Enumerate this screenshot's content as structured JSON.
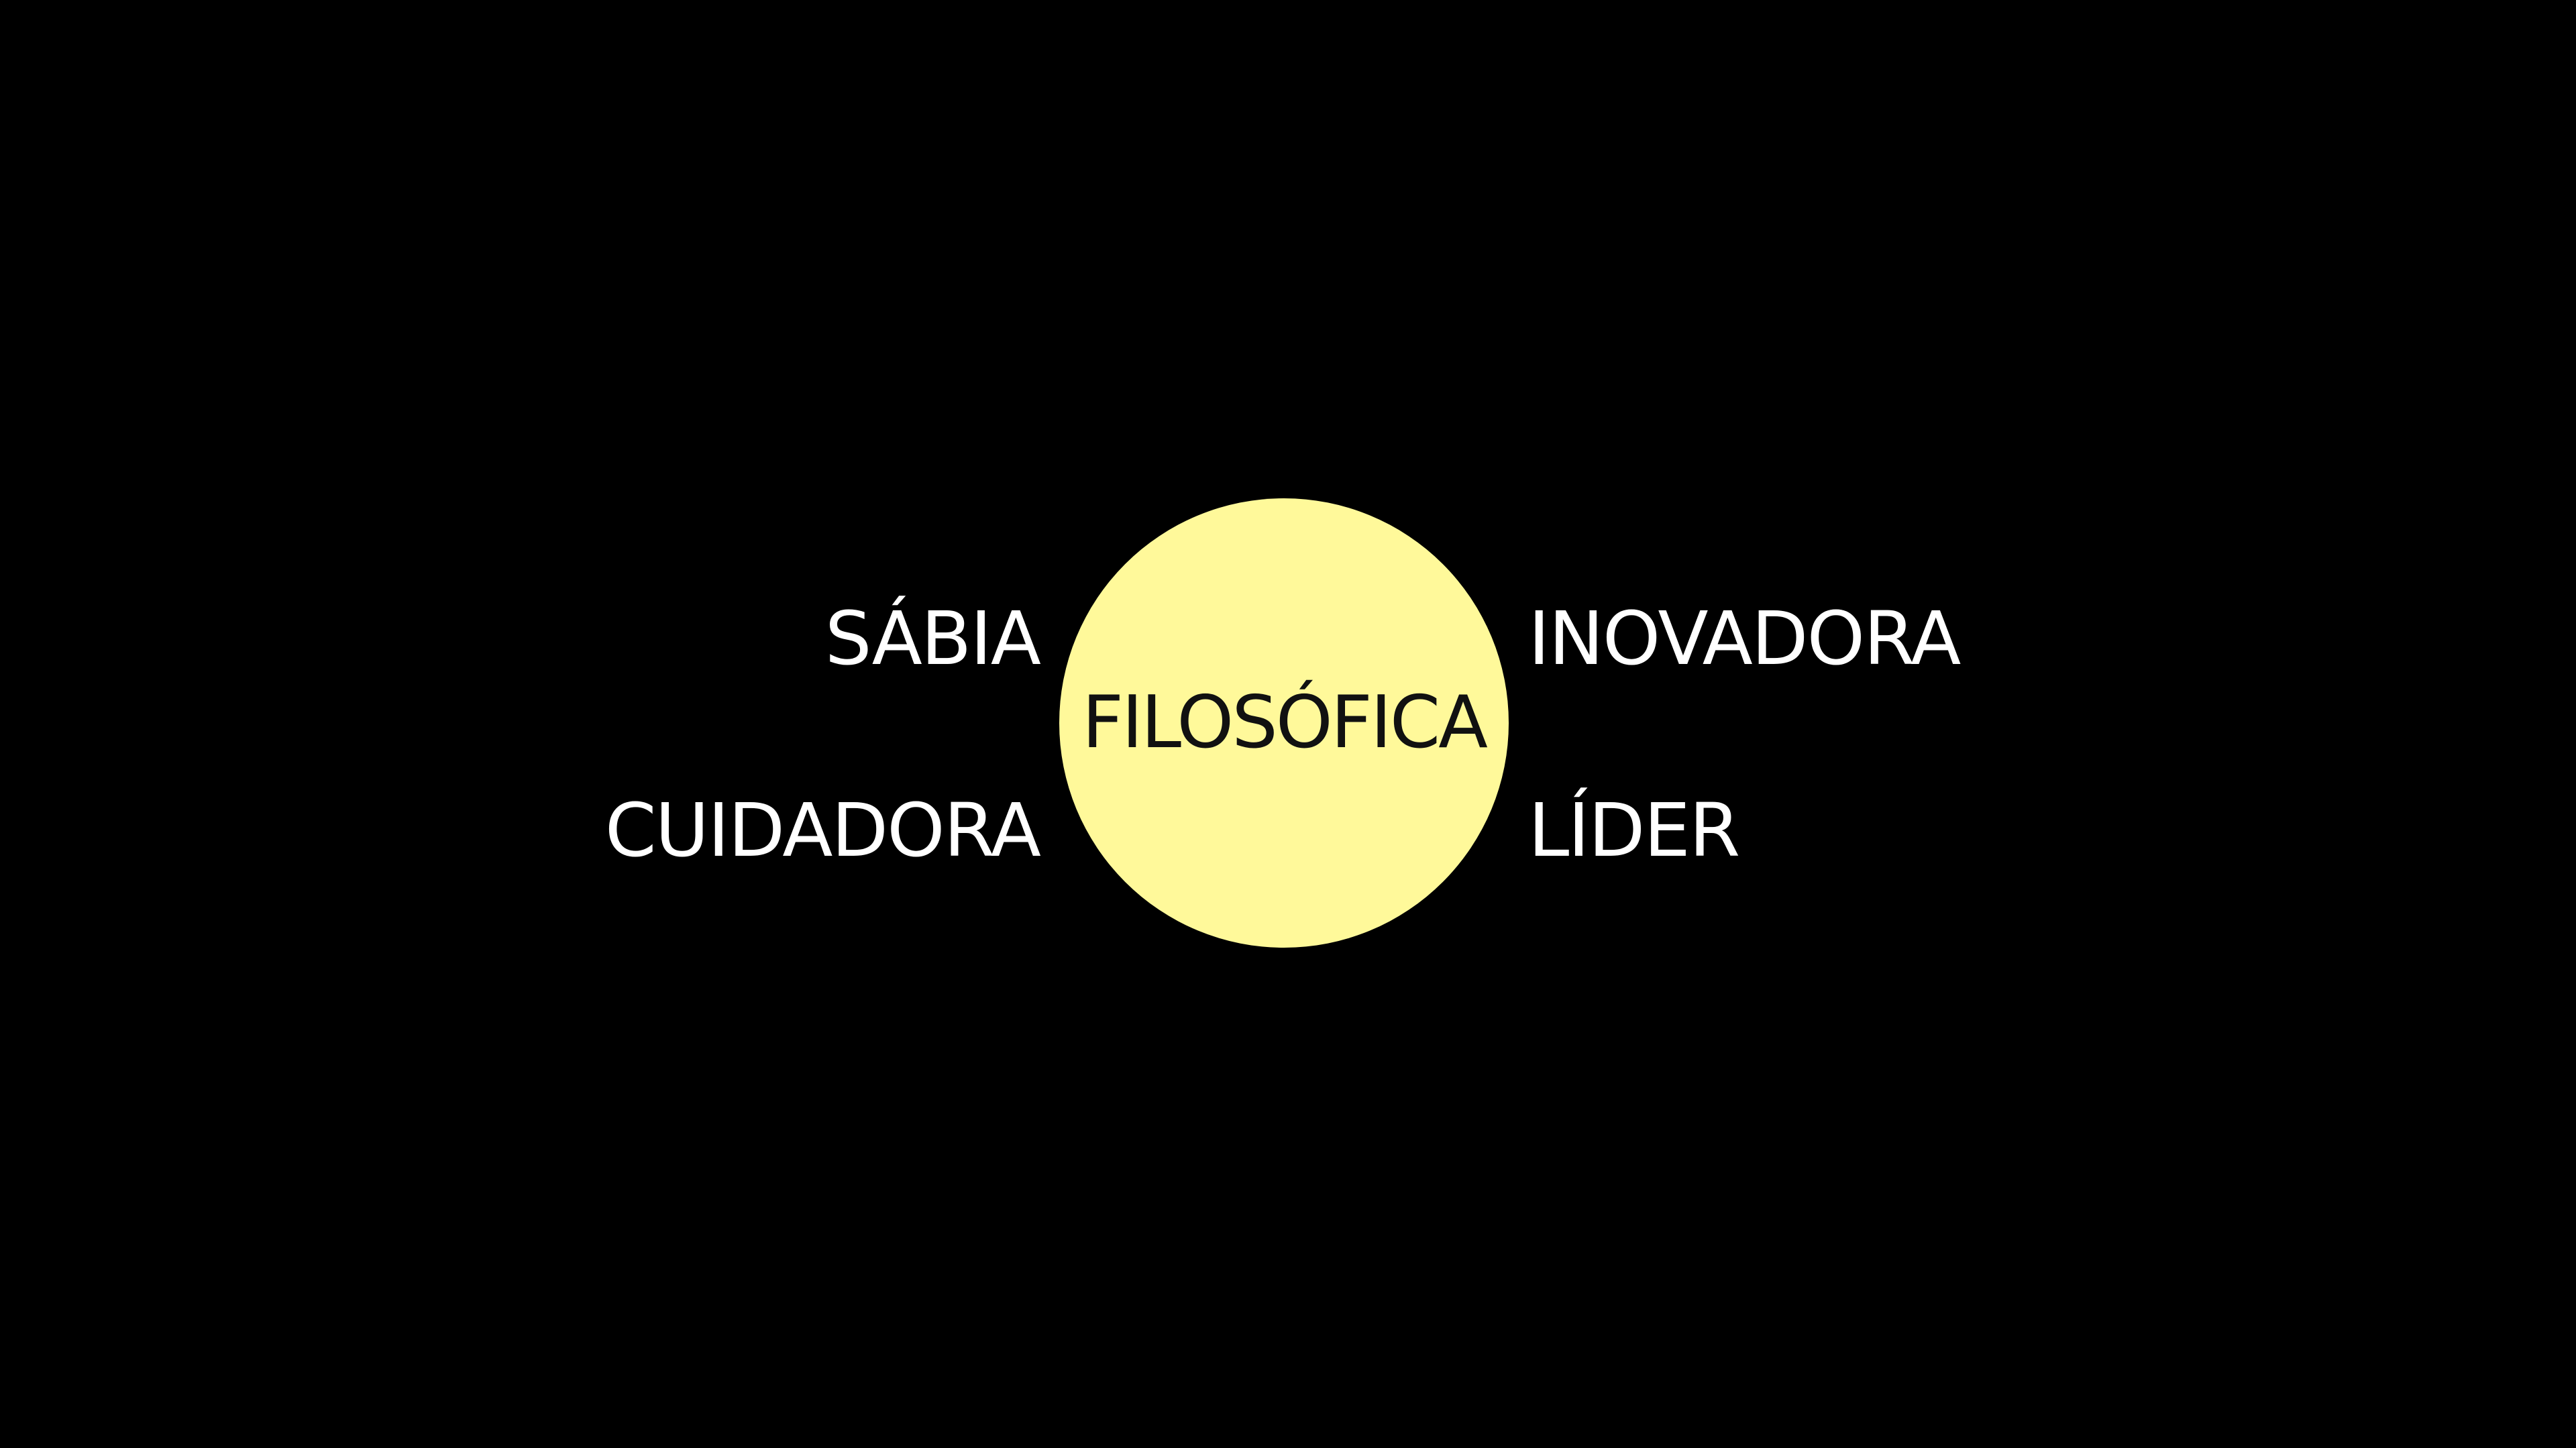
{
  "colors": {
    "background": "#000000",
    "circle_fill": "#fff99a",
    "center_text": "#111111",
    "outer_text": "#ffffff"
  },
  "center": {
    "label": "FILOSÓFICA"
  },
  "outer_labels": {
    "top_left": "SÁBIA",
    "bottom_left": "CUIDADORA",
    "top_right": "INOVADORA",
    "bottom_right": "LÍDER"
  }
}
